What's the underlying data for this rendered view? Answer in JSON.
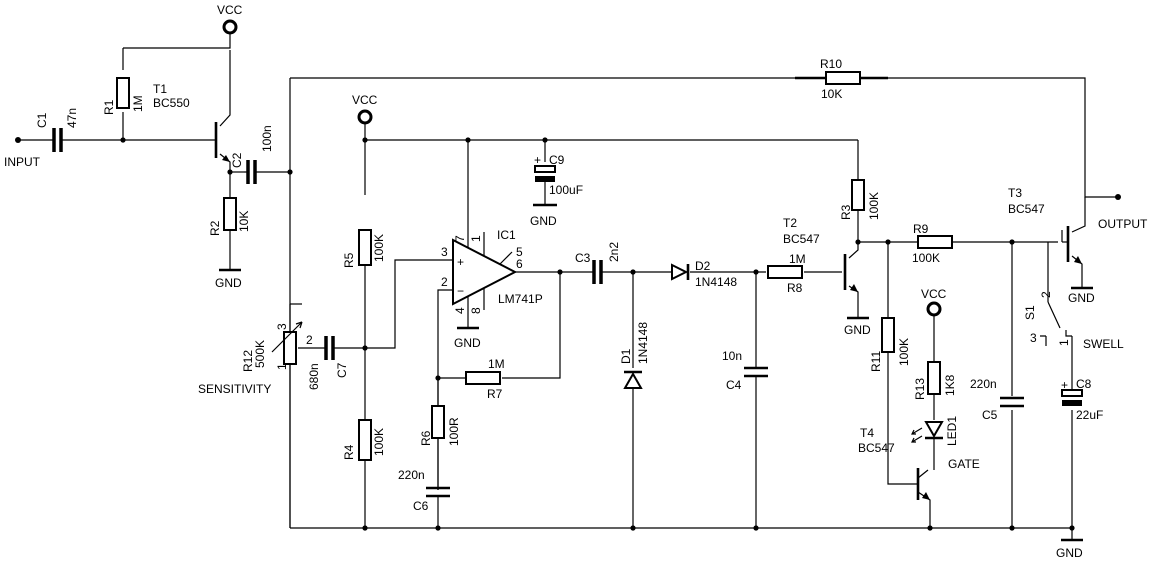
{
  "labels": {
    "vcc": "VCC",
    "gnd": "GND",
    "input": "INPUT",
    "output": "OUTPUT",
    "sensitivity": "SENSITIVITY",
    "swell": "SWELL",
    "gate": "GATE"
  },
  "components": {
    "c1": {
      "ref": "C1",
      "value": "47n"
    },
    "c2": {
      "ref": "C2",
      "value": "100n"
    },
    "c3": {
      "ref": "C3",
      "value": "2n2"
    },
    "c4": {
      "ref": "C4",
      "value": "10n"
    },
    "c5": {
      "ref": "C5",
      "value": "220n"
    },
    "c6": {
      "ref": "C6",
      "value": "220n"
    },
    "c7": {
      "ref": "C7",
      "value": "680n"
    },
    "c8": {
      "ref": "C8",
      "value": "22uF"
    },
    "c9": {
      "ref": "C9",
      "value": "100uF"
    },
    "r1": {
      "ref": "R1",
      "value": "1M"
    },
    "r2": {
      "ref": "R2",
      "value": "10K"
    },
    "r3": {
      "ref": "R3",
      "value": "100K"
    },
    "r4": {
      "ref": "R4",
      "value": "100K"
    },
    "r5": {
      "ref": "R5",
      "value": "100K"
    },
    "r6": {
      "ref": "R6",
      "value": "100R"
    },
    "r7": {
      "ref": "R7",
      "value": "1M"
    },
    "r8": {
      "ref": "R8",
      "value": "1M"
    },
    "r9": {
      "ref": "R9",
      "value": "100K"
    },
    "r10": {
      "ref": "R10",
      "value": "10K"
    },
    "r11": {
      "ref": "R11",
      "value": "100K"
    },
    "r12": {
      "ref": "R12",
      "value": "500K"
    },
    "r13": {
      "ref": "R13",
      "value": "1K8"
    },
    "t1": {
      "ref": "T1",
      "value": "BC550"
    },
    "t2": {
      "ref": "T2",
      "value": "BC547"
    },
    "t3": {
      "ref": "T3",
      "value": "BC547"
    },
    "t4": {
      "ref": "T4",
      "value": "BC547"
    },
    "d1": {
      "ref": "D1",
      "value": "1N4148"
    },
    "d2": {
      "ref": "D2",
      "value": "1N4148"
    },
    "led1": {
      "ref": "LED1"
    },
    "ic1": {
      "ref": "IC1",
      "value": "LM741P"
    },
    "s1": {
      "ref": "S1"
    }
  },
  "pins": {
    "ic_p1": "1",
    "ic_p2": "2",
    "ic_p3": "3",
    "ic_p4": "4",
    "ic_p5": "5",
    "ic_p6": "6",
    "ic_p7": "7",
    "ic_p8": "8",
    "ic_plus": "+",
    "ic_minus": "−",
    "r12_p1": "1",
    "r12_p2": "2",
    "r12_p3": "3",
    "s1_p1": "1",
    "s1_p2": "2",
    "s1_p3": "3",
    "c8_plus": "+",
    "c9_plus": "+"
  }
}
